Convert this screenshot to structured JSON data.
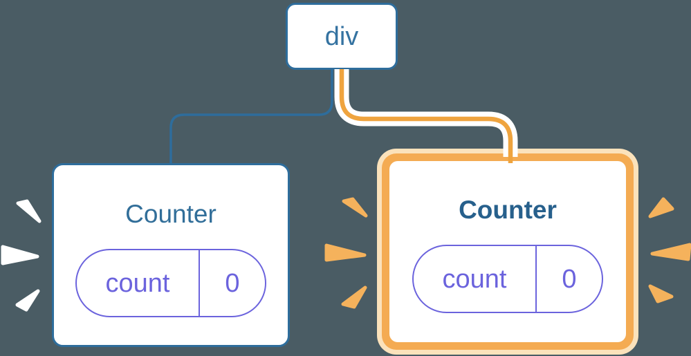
{
  "diagram": {
    "description": "component tree with a root div and two Counter children; the right Counter is highlighted as freshly rendered",
    "root": {
      "label": "div"
    },
    "children": [
      {
        "label": "Counter",
        "highlighted": false,
        "state": {
          "key": "count",
          "value": "0"
        }
      },
      {
        "label": "Counter",
        "highlighted": true,
        "state": {
          "key": "count",
          "value": "0"
        }
      }
    ],
    "colors": {
      "background": "#4a5c64",
      "edge_blue": "#2e6d9c",
      "edge_orange": "#efa43f",
      "highlight_border_orange": "#f4ab52",
      "highlight_halo_orange": "#fbe2bb",
      "spark_orange": "#f5b25c",
      "spark_white": "#ffffff",
      "state_purple": "#6b63dd",
      "text_blue": "#316e99"
    }
  }
}
